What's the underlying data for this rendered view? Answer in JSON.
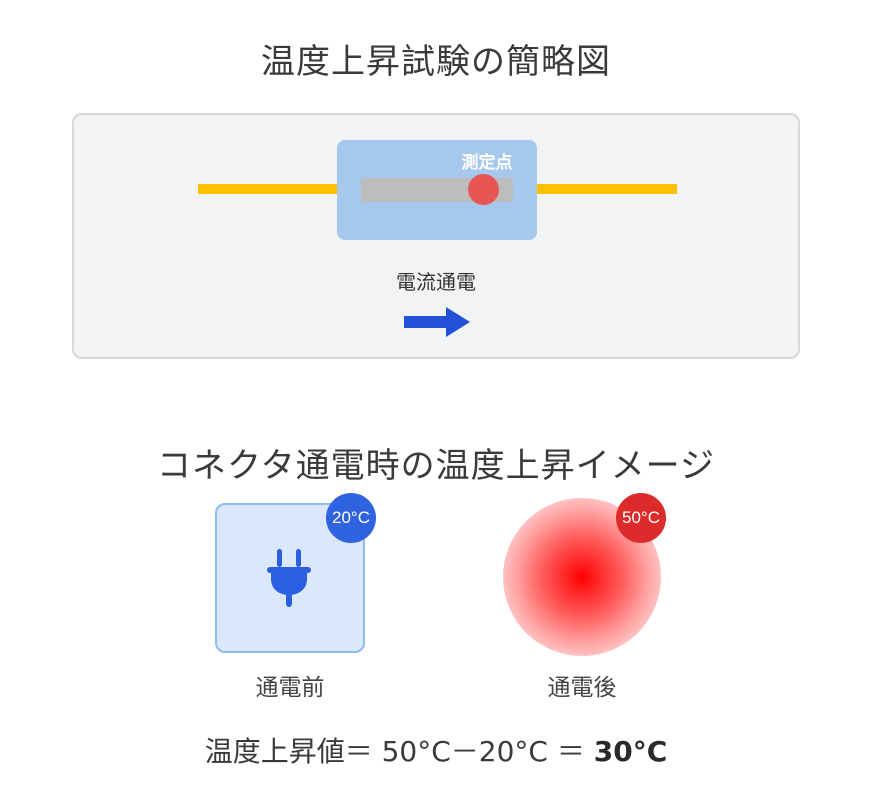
{
  "diagram": {
    "title": "温度上昇試験の簡略図",
    "measurement_point_label": "測定点",
    "current_label": "電流通電",
    "colors": {
      "wire": "#ffc000",
      "housing": "#a6c8ec",
      "terminal": "#bdbdbd",
      "measurement_point": "#e85555",
      "arrow": "#2250d8"
    }
  },
  "comparison": {
    "title": "コネクタ通電時の温度上昇イメージ",
    "before": {
      "temperature": "20°C",
      "label": "通電前",
      "icon": "plug-icon",
      "badge_color": "#2f63e0"
    },
    "after": {
      "temperature": "50°C",
      "label": "通電後",
      "icon": "heat-glow",
      "badge_color": "#dd2a2a"
    }
  },
  "formula": {
    "prefix": "温度上昇値＝ 50°C－20°C ＝ ",
    "result": "30°C"
  }
}
